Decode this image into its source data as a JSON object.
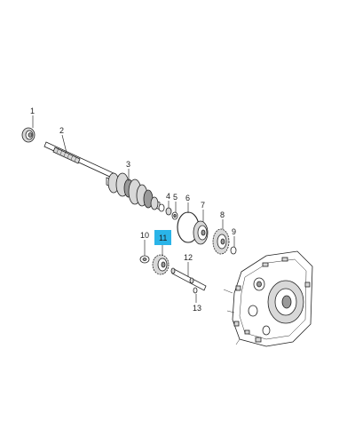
{
  "callouts": [
    {
      "id": "1",
      "text": "1"
    },
    {
      "id": "2",
      "text": "2"
    },
    {
      "id": "3",
      "text": "3"
    },
    {
      "id": "4",
      "text": "4"
    },
    {
      "id": "5",
      "text": "5"
    },
    {
      "id": "6",
      "text": "6"
    },
    {
      "id": "7",
      "text": "7"
    },
    {
      "id": "8",
      "text": "8"
    },
    {
      "id": "9",
      "text": "9"
    },
    {
      "id": "10",
      "text": "10"
    },
    {
      "id": "11",
      "text": "11"
    },
    {
      "id": "12",
      "text": "12"
    },
    {
      "id": "13",
      "text": "13"
    }
  ],
  "highlight": {
    "callout": "11",
    "color": "#2ab4e8"
  },
  "colors": {
    "line": "#333333",
    "part_fill": "#d8d8d8",
    "background": "#ffffff"
  }
}
